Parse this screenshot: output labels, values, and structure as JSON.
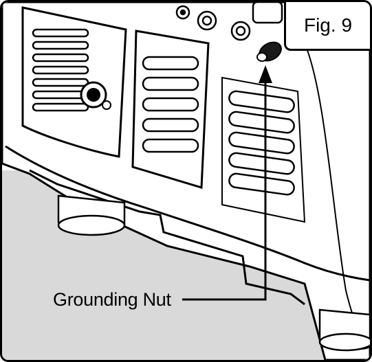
{
  "figure_label": "Fig. 9",
  "callout": {
    "label": "Grounding Nut",
    "target": "grounding-nut"
  },
  "colors": {
    "line": "#000000",
    "body": "#ffffff",
    "floor": "#d9d9d9",
    "nut": "#1a1a1a"
  }
}
